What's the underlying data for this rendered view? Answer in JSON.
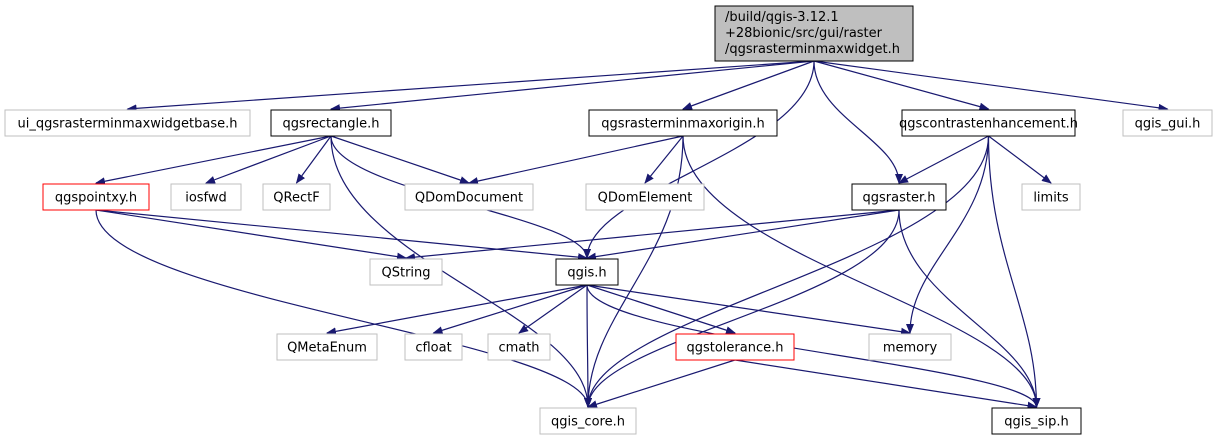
{
  "graph": {
    "root_lines": [
      "/build/qgis-3.12.1",
      "+28bionic/src/gui/raster",
      "/qgsrasterminmaxwidget.h"
    ],
    "colors": {
      "edge": "#191970",
      "root_fill": "#bfbfbf",
      "border_normal": "#000000",
      "border_external": "#bfbfbf",
      "border_truncated": "#ff0000"
    },
    "nodes": [
      {
        "id": "ui_base",
        "label": "ui_qgsrasterminmaxwidgetbase.h",
        "style": "external"
      },
      {
        "id": "qgsrectangle",
        "label": "qgsrectangle.h",
        "style": "normal"
      },
      {
        "id": "qgsrasterminmaxorigin",
        "label": "qgsrasterminmaxorigin.h",
        "style": "normal"
      },
      {
        "id": "qgscontrastenhancement",
        "label": "qgscontrastenhancement.h",
        "style": "normal"
      },
      {
        "id": "qgis_gui",
        "label": "qgis_gui.h",
        "style": "external"
      },
      {
        "id": "qgspointxy",
        "label": "qgspointxy.h",
        "style": "truncated"
      },
      {
        "id": "iosfwd",
        "label": "iosfwd",
        "style": "external"
      },
      {
        "id": "QRectF",
        "label": "QRectF",
        "style": "external"
      },
      {
        "id": "QDomDocument",
        "label": "QDomDocument",
        "style": "external"
      },
      {
        "id": "QDomElement",
        "label": "QDomElement",
        "style": "external"
      },
      {
        "id": "qgsraster",
        "label": "qgsraster.h",
        "style": "normal"
      },
      {
        "id": "limits",
        "label": "limits",
        "style": "external"
      },
      {
        "id": "QString",
        "label": "QString",
        "style": "external"
      },
      {
        "id": "qgis",
        "label": "qgis.h",
        "style": "normal"
      },
      {
        "id": "QMetaEnum",
        "label": "QMetaEnum",
        "style": "external"
      },
      {
        "id": "cfloat",
        "label": "cfloat",
        "style": "external"
      },
      {
        "id": "cmath",
        "label": "cmath",
        "style": "external"
      },
      {
        "id": "qgstolerance",
        "label": "qgstolerance.h",
        "style": "truncated"
      },
      {
        "id": "memory",
        "label": "memory",
        "style": "external"
      },
      {
        "id": "qgis_core",
        "label": "qgis_core.h",
        "style": "external"
      },
      {
        "id": "qgis_sip",
        "label": "qgis_sip.h",
        "style": "normal"
      }
    ],
    "edges": [
      [
        "root",
        "ui_base"
      ],
      [
        "root",
        "qgsrectangle"
      ],
      [
        "root",
        "qgsrasterminmaxorigin"
      ],
      [
        "root",
        "qgis"
      ],
      [
        "root",
        "qgsraster"
      ],
      [
        "root",
        "qgscontrastenhancement"
      ],
      [
        "root",
        "qgis_gui"
      ],
      [
        "qgsrectangle",
        "qgspointxy"
      ],
      [
        "qgsrectangle",
        "iosfwd"
      ],
      [
        "qgsrectangle",
        "QRectF"
      ],
      [
        "qgsrectangle",
        "QDomDocument"
      ],
      [
        "qgsrectangle",
        "qgis"
      ],
      [
        "qgsrectangle",
        "qgis_core"
      ],
      [
        "qgsrasterminmaxorigin",
        "QDomDocument"
      ],
      [
        "qgsrasterminmaxorigin",
        "QDomElement"
      ],
      [
        "qgsrasterminmaxorigin",
        "qgis_sip"
      ],
      [
        "qgsrasterminmaxorigin",
        "qgis_core"
      ],
      [
        "qgscontrastenhancement",
        "qgsraster"
      ],
      [
        "qgscontrastenhancement",
        "limits"
      ],
      [
        "qgscontrastenhancement",
        "memory"
      ],
      [
        "qgscontrastenhancement",
        "qgis_sip"
      ],
      [
        "qgscontrastenhancement",
        "qgis_core"
      ],
      [
        "qgspointxy",
        "QString"
      ],
      [
        "qgspointxy",
        "qgis"
      ],
      [
        "qgspointxy",
        "qgis_core"
      ],
      [
        "qgsraster",
        "QString"
      ],
      [
        "qgsraster",
        "qgis"
      ],
      [
        "qgsraster",
        "qgis_core"
      ],
      [
        "qgsraster",
        "qgis_sip"
      ],
      [
        "qgis",
        "QMetaEnum"
      ],
      [
        "qgis",
        "cfloat"
      ],
      [
        "qgis",
        "cmath"
      ],
      [
        "qgis",
        "qgstolerance"
      ],
      [
        "qgis",
        "memory"
      ],
      [
        "qgis",
        "qgis_core"
      ],
      [
        "qgis",
        "qgis_sip"
      ],
      [
        "qgstolerance",
        "qgis_core"
      ],
      [
        "qgstolerance",
        "qgis_sip"
      ]
    ]
  }
}
